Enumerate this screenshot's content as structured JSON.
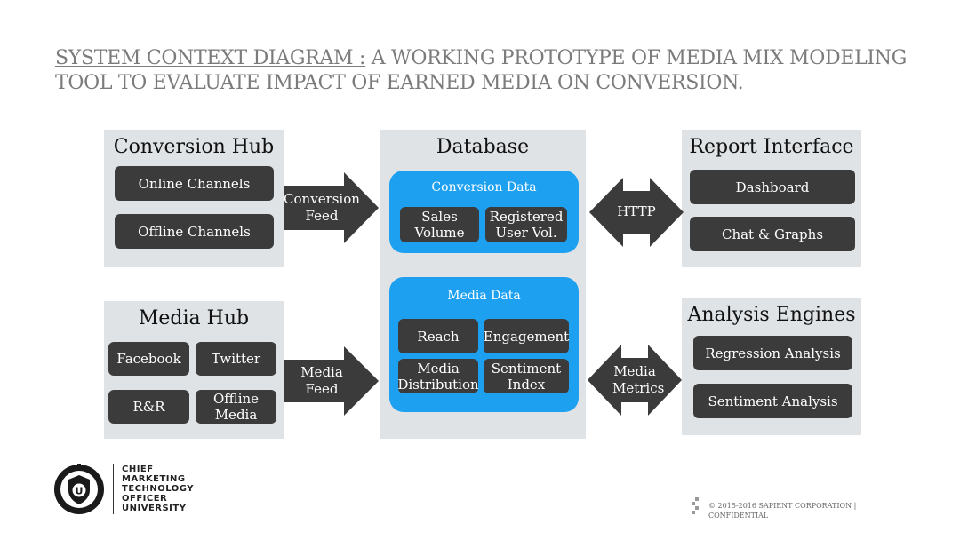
{
  "title": {
    "lead": "SYSTEM CONTEXT DIAGRAM :",
    "rest": " A WORKING PROTOTYPE OF MEDIA MIX MODELING TOOL TO EVALUATE IMPACT OF EARNED MEDIA ON CONVERSION."
  },
  "conversion_hub": {
    "title": "Conversion Hub",
    "items": [
      "Online Channels",
      "Offline Channels"
    ]
  },
  "media_hub": {
    "title": "Media Hub",
    "items": [
      "Facebook",
      "Twitter",
      "R&R",
      "Offline Media"
    ]
  },
  "database": {
    "title": "Database",
    "conversion_data": {
      "title": "Conversion Data",
      "items": [
        "Sales Volume",
        "Registered User Vol."
      ]
    },
    "media_data": {
      "title": "Media Data",
      "items": [
        "Reach",
        "Engagement",
        "Media Distribution",
        "Sentiment Index"
      ]
    }
  },
  "report_interface": {
    "title": "Report Interface",
    "items": [
      "Dashboard",
      "Chat & Graphs"
    ]
  },
  "analysis_engines": {
    "title": "Analysis Engines",
    "items": [
      "Regression Analysis",
      "Sentiment Analysis"
    ]
  },
  "arrows": {
    "conversion_feed": "Conversion Feed",
    "media_feed": "Media Feed",
    "http": "HTTP",
    "media_metrics": "Media Metrics"
  },
  "footer": {
    "logo_lines": [
      "CHIEF",
      "MARKETING",
      "TECHNOLOGY",
      "OFFICER",
      "UNIVERSITY"
    ],
    "logo_letter": "U",
    "copyright": "© 2015-2016 SAPIENT CORPORATION  |",
    "confidential": "CONFIDENTIAL"
  },
  "colors": {
    "panel": "#dfe3e6",
    "pill": "#3b3b3b",
    "blue": "#1ea0f0",
    "title_gray": "#7b7b7b"
  }
}
